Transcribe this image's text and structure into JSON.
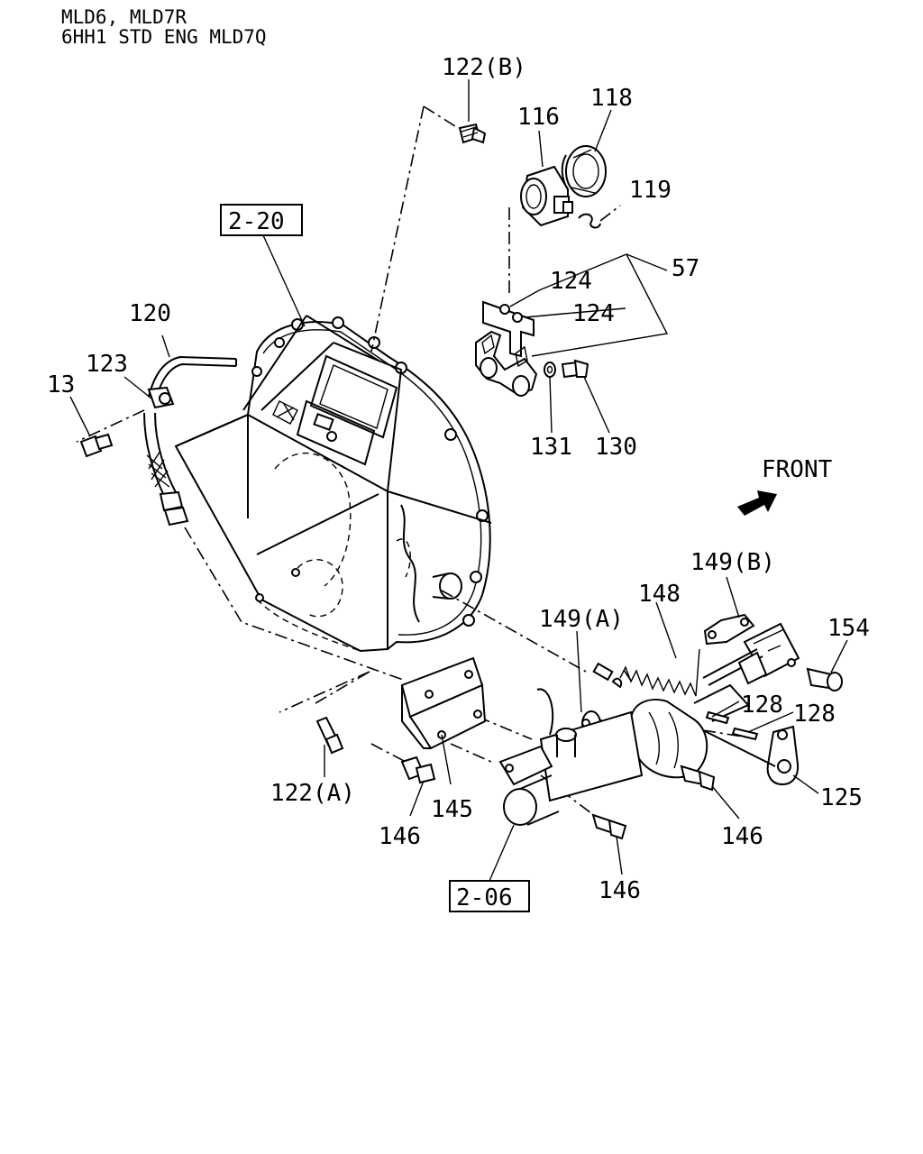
{
  "header": {
    "line1": "MLD6, MLD7R",
    "line2": "6HH1  STD  ENG  MLD7Q"
  },
  "refs": {
    "ref_2_20": "2-20",
    "ref_2_06": "2-06"
  },
  "front_label": "FRONT",
  "callouts": {
    "c13": "13",
    "c57": "57",
    "c116": "116",
    "c118": "118",
    "c119": "119",
    "c120": "120",
    "c122a": "122(A)",
    "c122b": "122(B)",
    "c123": "123",
    "c124_upper": "124",
    "c124_lower": "124",
    "c125": "125",
    "c128_upper": "128",
    "c128_lower": "128",
    "c130": "130",
    "c131": "131",
    "c145": "145",
    "c146_left": "146",
    "c146_mid": "146",
    "c146_right": "146",
    "c148": "148",
    "c149a": "149(A)",
    "c149b": "149(B)",
    "c154": "154"
  }
}
